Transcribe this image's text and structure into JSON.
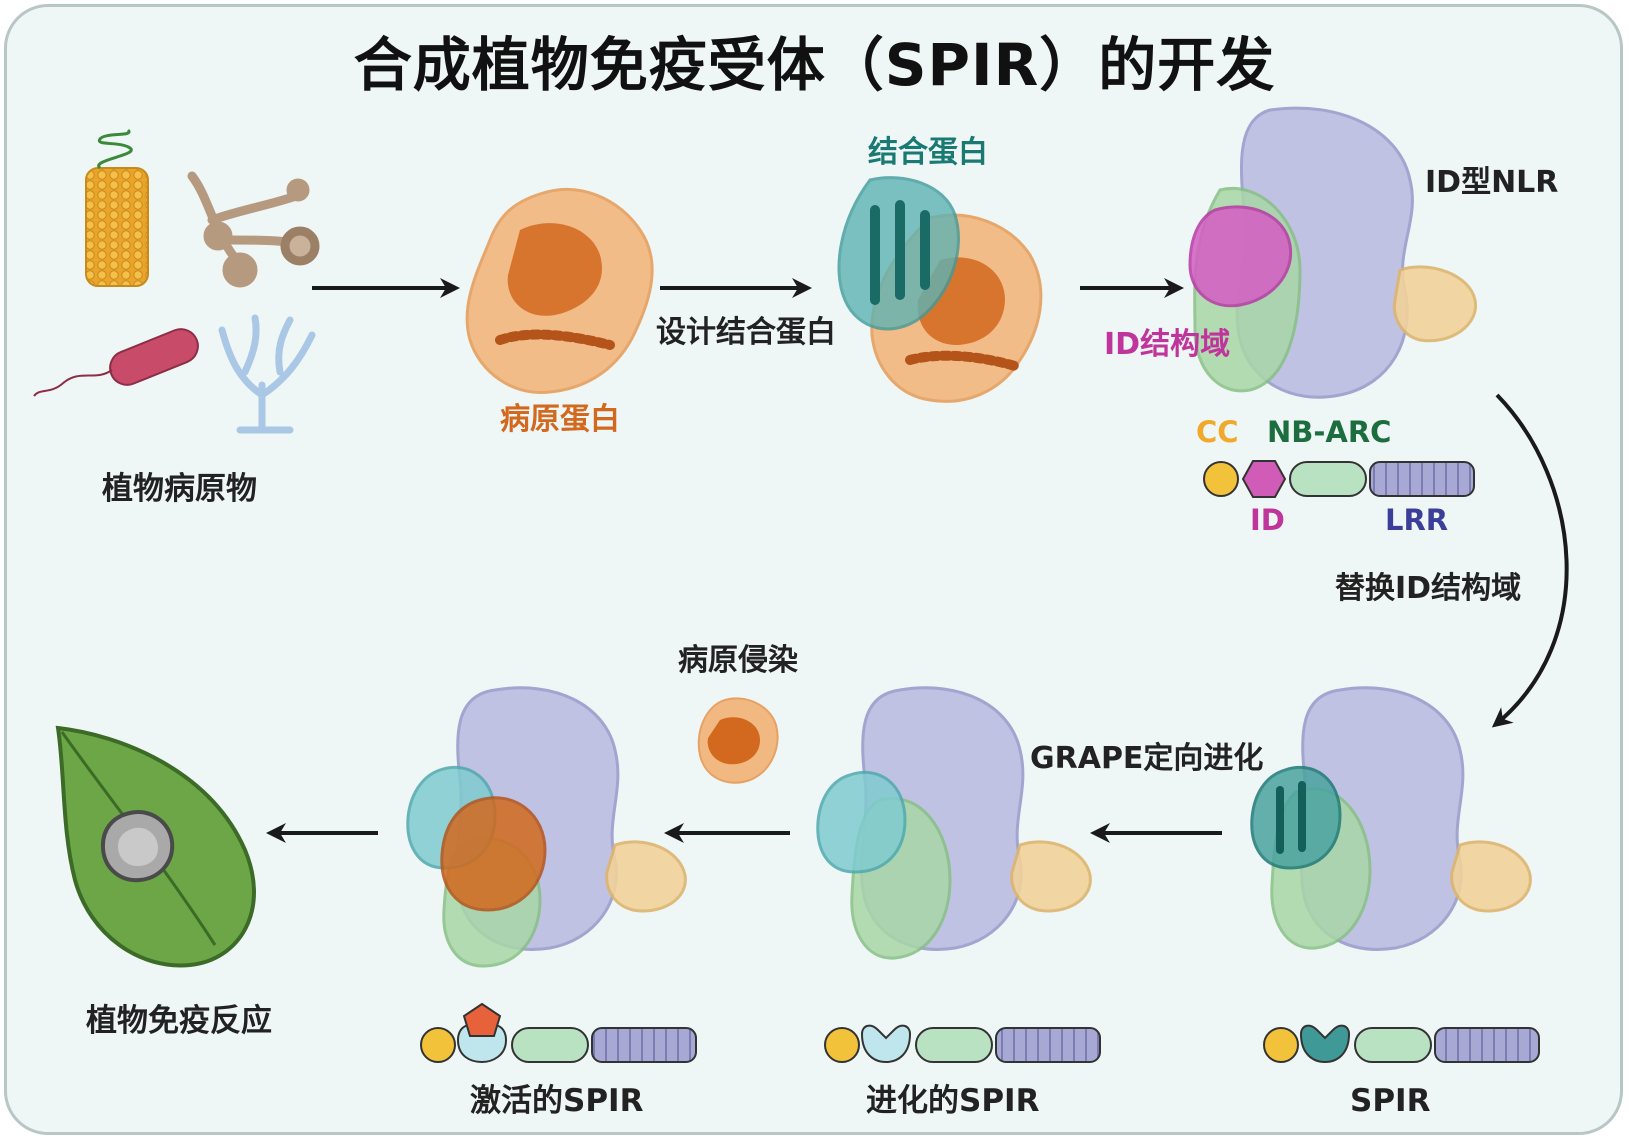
{
  "title": "合成植物免疫受体（SPIR）的开发",
  "labels": {
    "plant_pathogen": "植物病原物",
    "pathogen_protein": "病原蛋白",
    "design_binder": "设计结合蛋白",
    "binder": "结合蛋白",
    "id_nlr": "ID型NLR",
    "id_domain": "ID结构域",
    "replace_id": "替换ID结构域",
    "pathogen_infection": "病原侵染",
    "grape": "GRAPE定向进化",
    "immune_response": "植物免疫反应",
    "activated_spir": "激活的SPIR",
    "evolved_spir": "进化的SPIR",
    "spir": "SPIR"
  },
  "domains": {
    "cc": "CC",
    "nb_arc": "NB-ARC",
    "id": "ID",
    "lrr": "LRR"
  },
  "colors": {
    "pathogen_protein": "#d2691e",
    "binder": "#1a7a73",
    "id_domain": "#c0359b",
    "cc": "#f2c23a",
    "nb_arc": "#9fd4a8",
    "lrr": "#a7a8d4",
    "evolved_binder": "#8fd3dc",
    "ligand": "#e7613b",
    "leaf": "#6ca646"
  }
}
